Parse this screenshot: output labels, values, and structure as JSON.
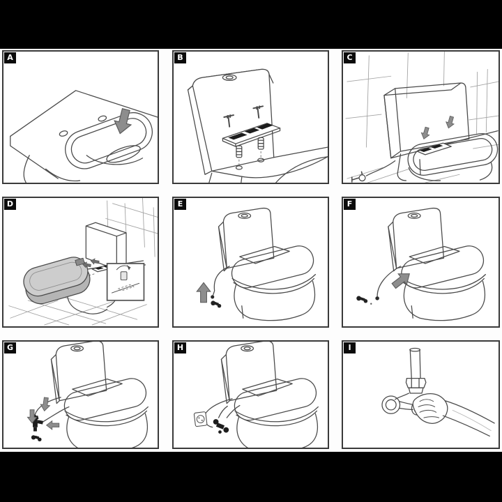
{
  "figure": {
    "type": "installation-instruction-grid",
    "subject": "bidet-toilet-seat-installation",
    "rows": 3,
    "columns": 3,
    "steps_count": 9
  },
  "colors": {
    "page_background": "#000000",
    "sheet_background": "#ffffff",
    "panel_border": "#3a3a3a",
    "line_art": "#4a4a4a",
    "arrow_gray": "#8d8d8d",
    "seat_fill": "#c9c9c9",
    "badge_background": "#0b0b0b",
    "badge_text": "#ffffff"
  },
  "panels": [
    {
      "label": "A",
      "illustration": "toilet-rim-top-view-with-mounting-holes",
      "icons": [
        "down-arrow-icon"
      ]
    },
    {
      "label": "B",
      "illustration": "tank-with-mounting-plate-bolts-and-anchors-exploded",
      "icons": []
    },
    {
      "label": "C",
      "illustration": "wall-toilet-with-mounting-plate-and-supply-valve",
      "icons": [
        "down-arrow-icon",
        "down-arrow-icon"
      ]
    },
    {
      "label": "D",
      "illustration": "sliding-bidet-seat-onto-mounting-plate",
      "icons": [
        "slide-arrow-icon",
        "lock-click-inset-icon"
      ]
    },
    {
      "label": "E",
      "illustration": "toilet-with-hanging-hose-and-tee-fitting",
      "icons": [
        "up-arrow-icon"
      ]
    },
    {
      "label": "F",
      "illustration": "connecting-hose-to-seat-inlet",
      "icons": [
        "diagonal-arrow-icon"
      ]
    },
    {
      "label": "G",
      "illustration": "attaching-tee-valve-to-water-supply",
      "icons": [
        "down-arrow-icon",
        "down-arrow-icon",
        "left-arrow-icon"
      ]
    },
    {
      "label": "H",
      "illustration": "hose-connected-near-power-outlet",
      "icons": [
        "power-outlet-icon"
      ]
    },
    {
      "label": "I",
      "illustration": "hand-turning-water-shutoff-valve",
      "icons": [
        "hand-icon"
      ]
    }
  ]
}
